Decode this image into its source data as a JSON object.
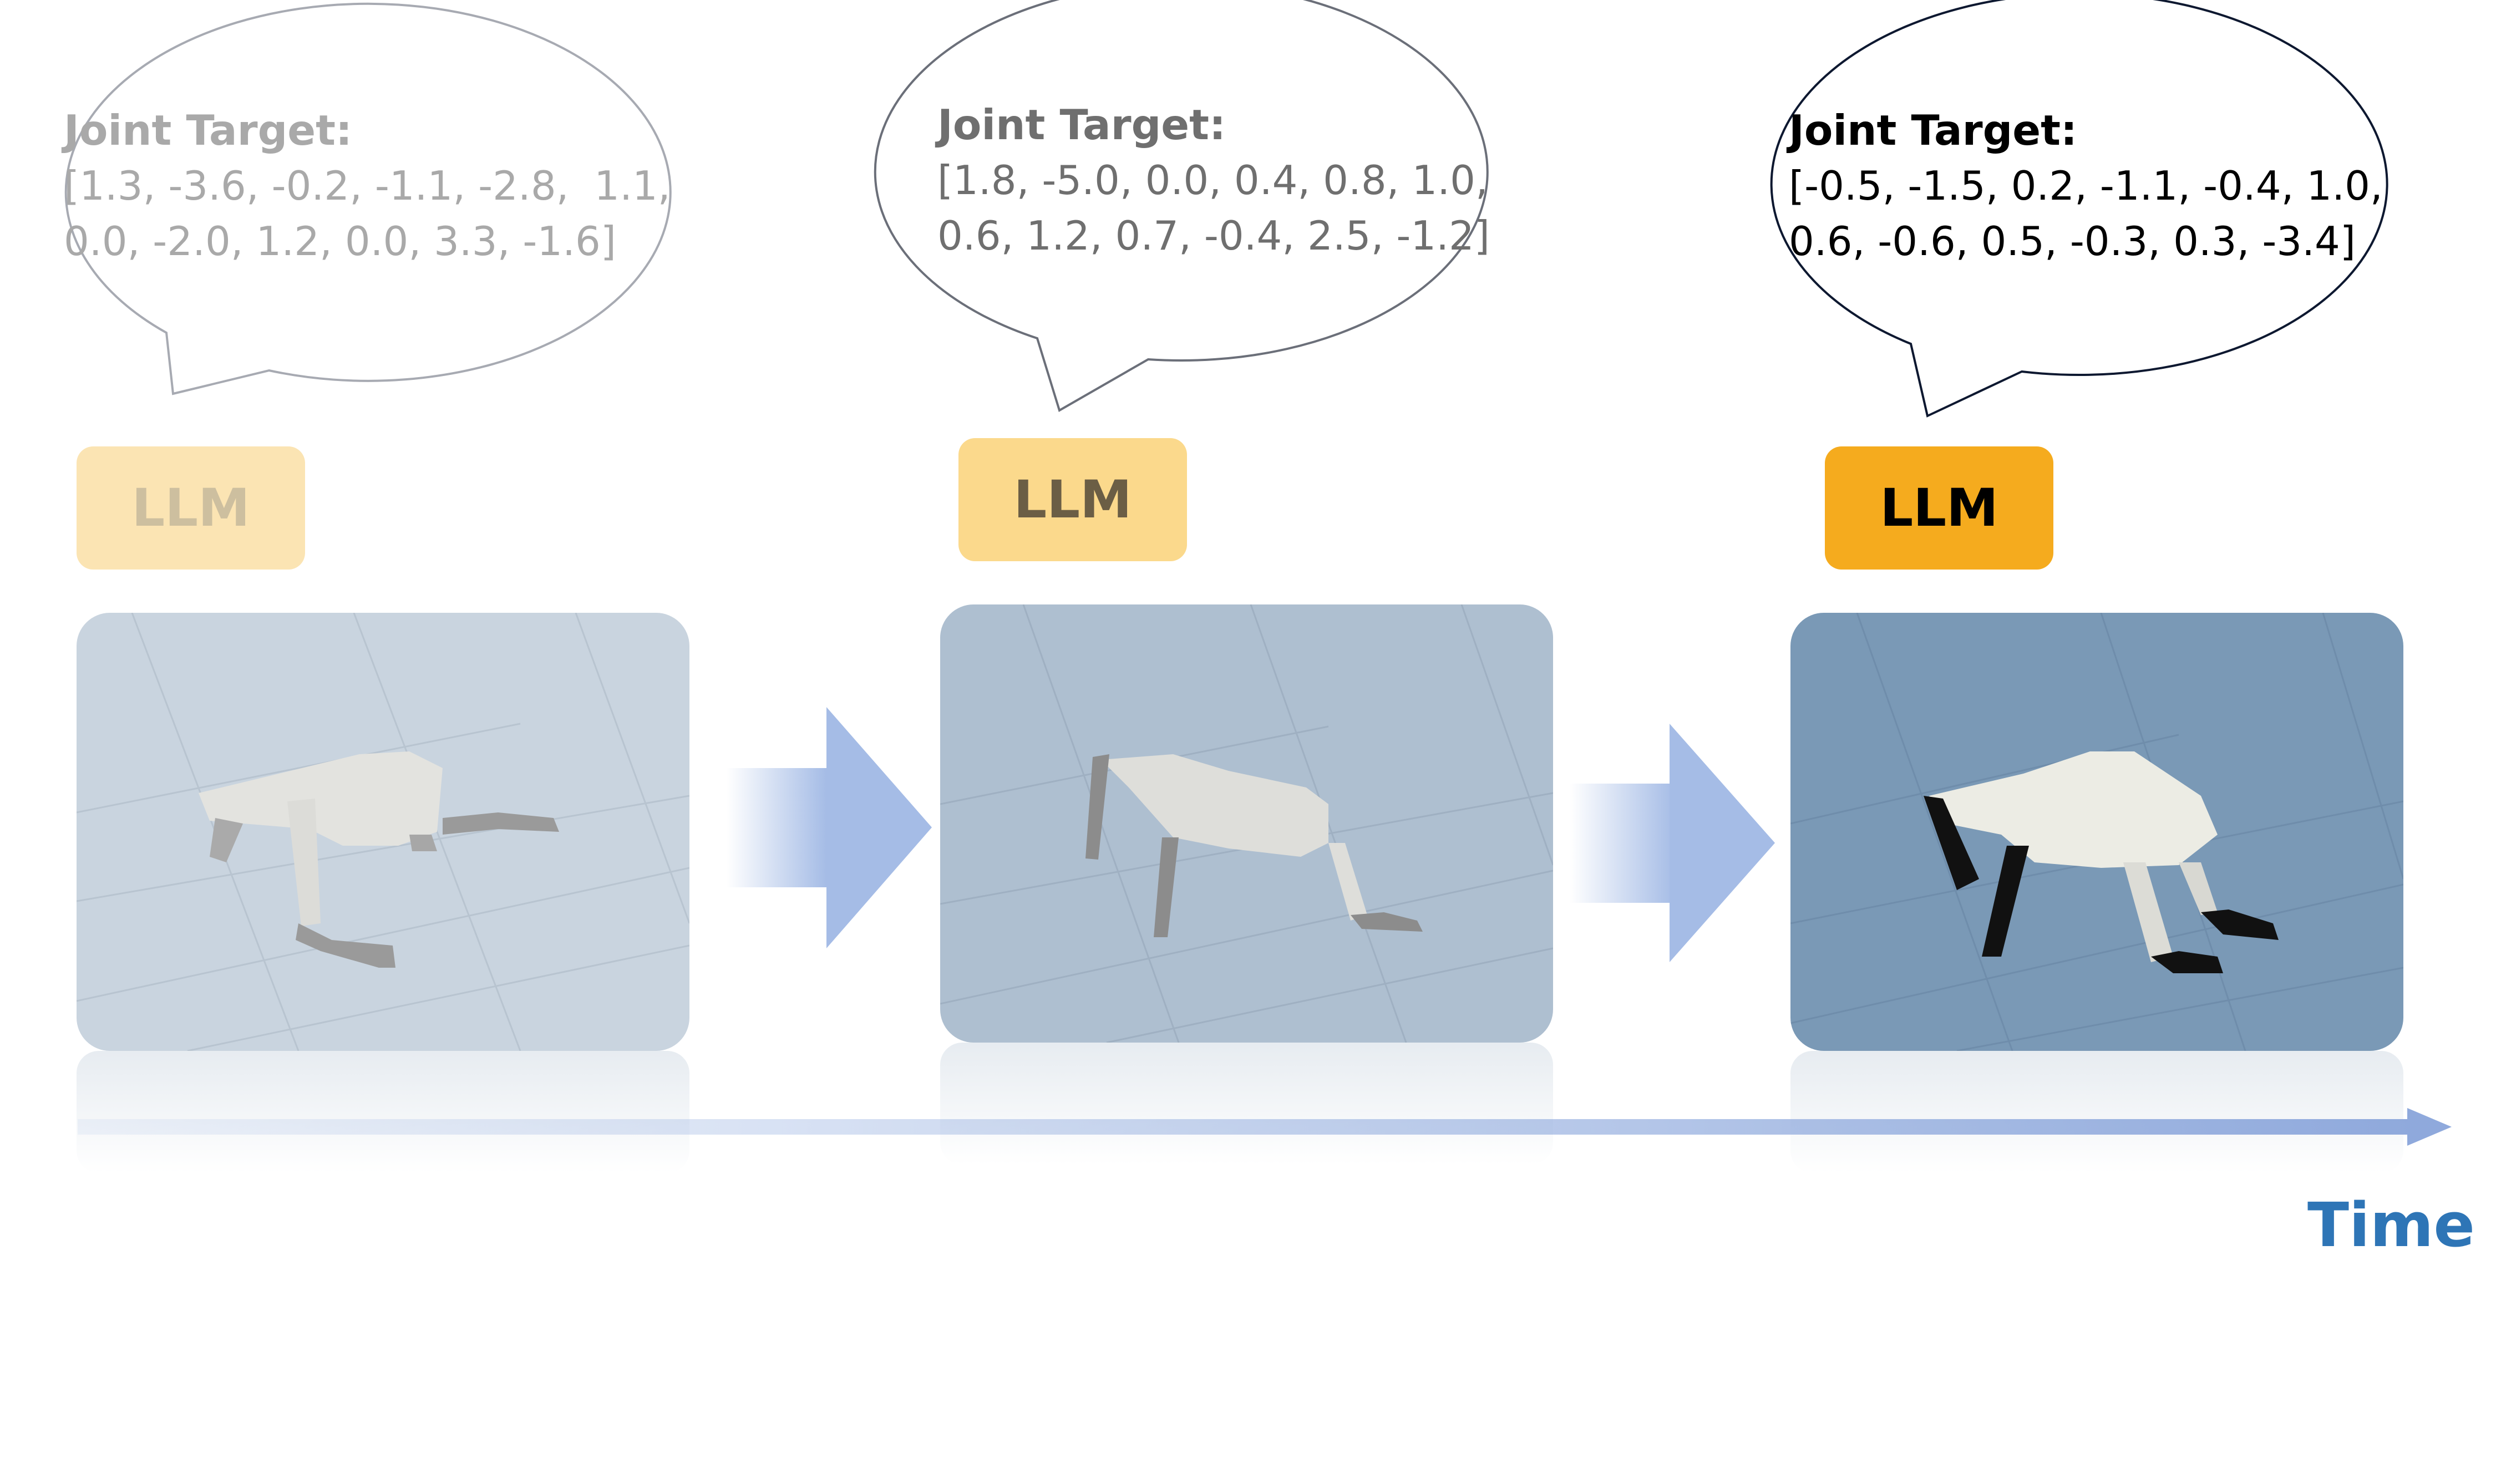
{
  "colors": {
    "llm_fill": [
      "#fbe4b3",
      "#fbd98c",
      "#f5ab1e"
    ],
    "llm_text": [
      "#cdbf9f",
      "#6b5e45",
      "#000000"
    ],
    "panel_fill": [
      "#c9d4df",
      "#aebfd0",
      "#7a99b6"
    ],
    "bubble_stroke": [
      "#a7aab2",
      "#6b6f79",
      "#0d1830"
    ],
    "bubble_text": [
      "#a9a9a9",
      "#6f6f6f",
      "#000000"
    ],
    "arrow": "#a5bce6",
    "time_label": "#2e75b6"
  },
  "steps": [
    {
      "bubble": {
        "title": "Joint Target:",
        "line1": "[1.3, -3.6, -0.2, -1.1, -2.8,  1.1,",
        "line2": "0.0, -2.0, 1.2, 0.0, 3.3, -1.6]"
      },
      "llm_label": "LLM"
    },
    {
      "bubble": {
        "title": "Joint Target:",
        "line1": "[1.8, -5.0, 0.0, 0.4, 0.8, 1.0,",
        "line2": "0.6, 1.2, 0.7, -0.4, 2.5, -1.2]"
      },
      "llm_label": "LLM"
    },
    {
      "bubble": {
        "title": "Joint Target:",
        "line1": "[-0.5, -1.5, 0.2, -1.1, -0.4, 1.0,",
        "line2": "0.6, -0.6, 0.5, -0.3, 0.3, -3.4]"
      },
      "llm_label": "LLM"
    }
  ],
  "timeline": {
    "label": "Time"
  }
}
